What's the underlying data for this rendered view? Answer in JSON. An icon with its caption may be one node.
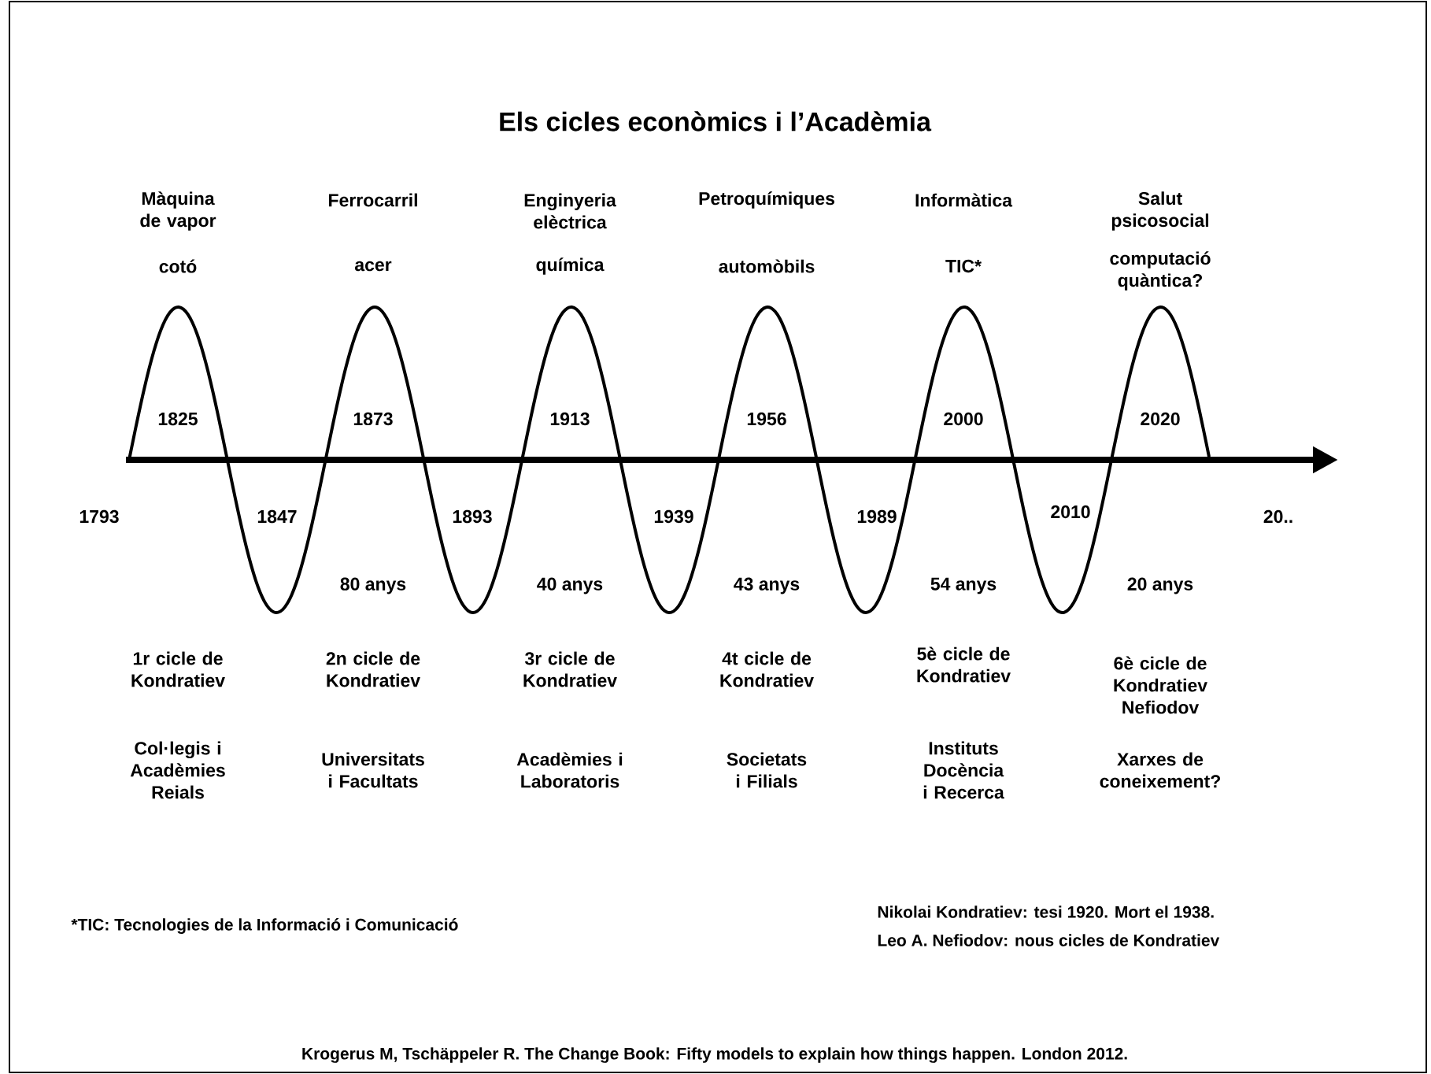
{
  "diagram": {
    "title": "Els cicles econòmics i l’Acadèmia",
    "labels": [
      "Màquina de vapor",
      "Ferrocarril",
      "Enginyeria elèctrica",
      "Petroquímiques",
      "Informàtica",
      "Salut psicosocial",
      "cotó",
      "acer",
      "química",
      "automòbils",
      "TIC*",
      "computació quàntica?",
      "1825",
      "1873",
      "1913",
      "1956",
      "2000",
      "2020",
      "1793",
      "1847",
      "1893",
      "1939",
      "1989",
      "2010",
      "20..",
      "80 anys",
      "40 anys",
      "43 anys",
      "54 anys",
      "20 anys",
      "1r cicle de Kondratiev",
      "2n cicle de Kondratiev",
      "3r cicle de Kondratiev",
      "4t cicle de Kondratiev",
      "5è cicle de Kondratiev",
      "6è cicle de Kondratiev Nefiodov",
      "Col·legis i Acadèmies Reials",
      "Universitats i Facultats",
      "Acadèmies i Laboratoris",
      "Societats i Filials",
      "Instituts Docència i Recerca",
      "Xarxes de coneixement?",
      "Nikolai Kondratiev: tesi 1920. Mort el 1938.",
      "*TIC: Tecnologies de la Informació i Comunicació",
      "Leo A. Nefiodov: nous cicles de Kondratiev",
      "Krogerus M, Tschäppeler R. The Change Book: Fifty models to explain how things happen. London 2012."
    ]
  }
}
